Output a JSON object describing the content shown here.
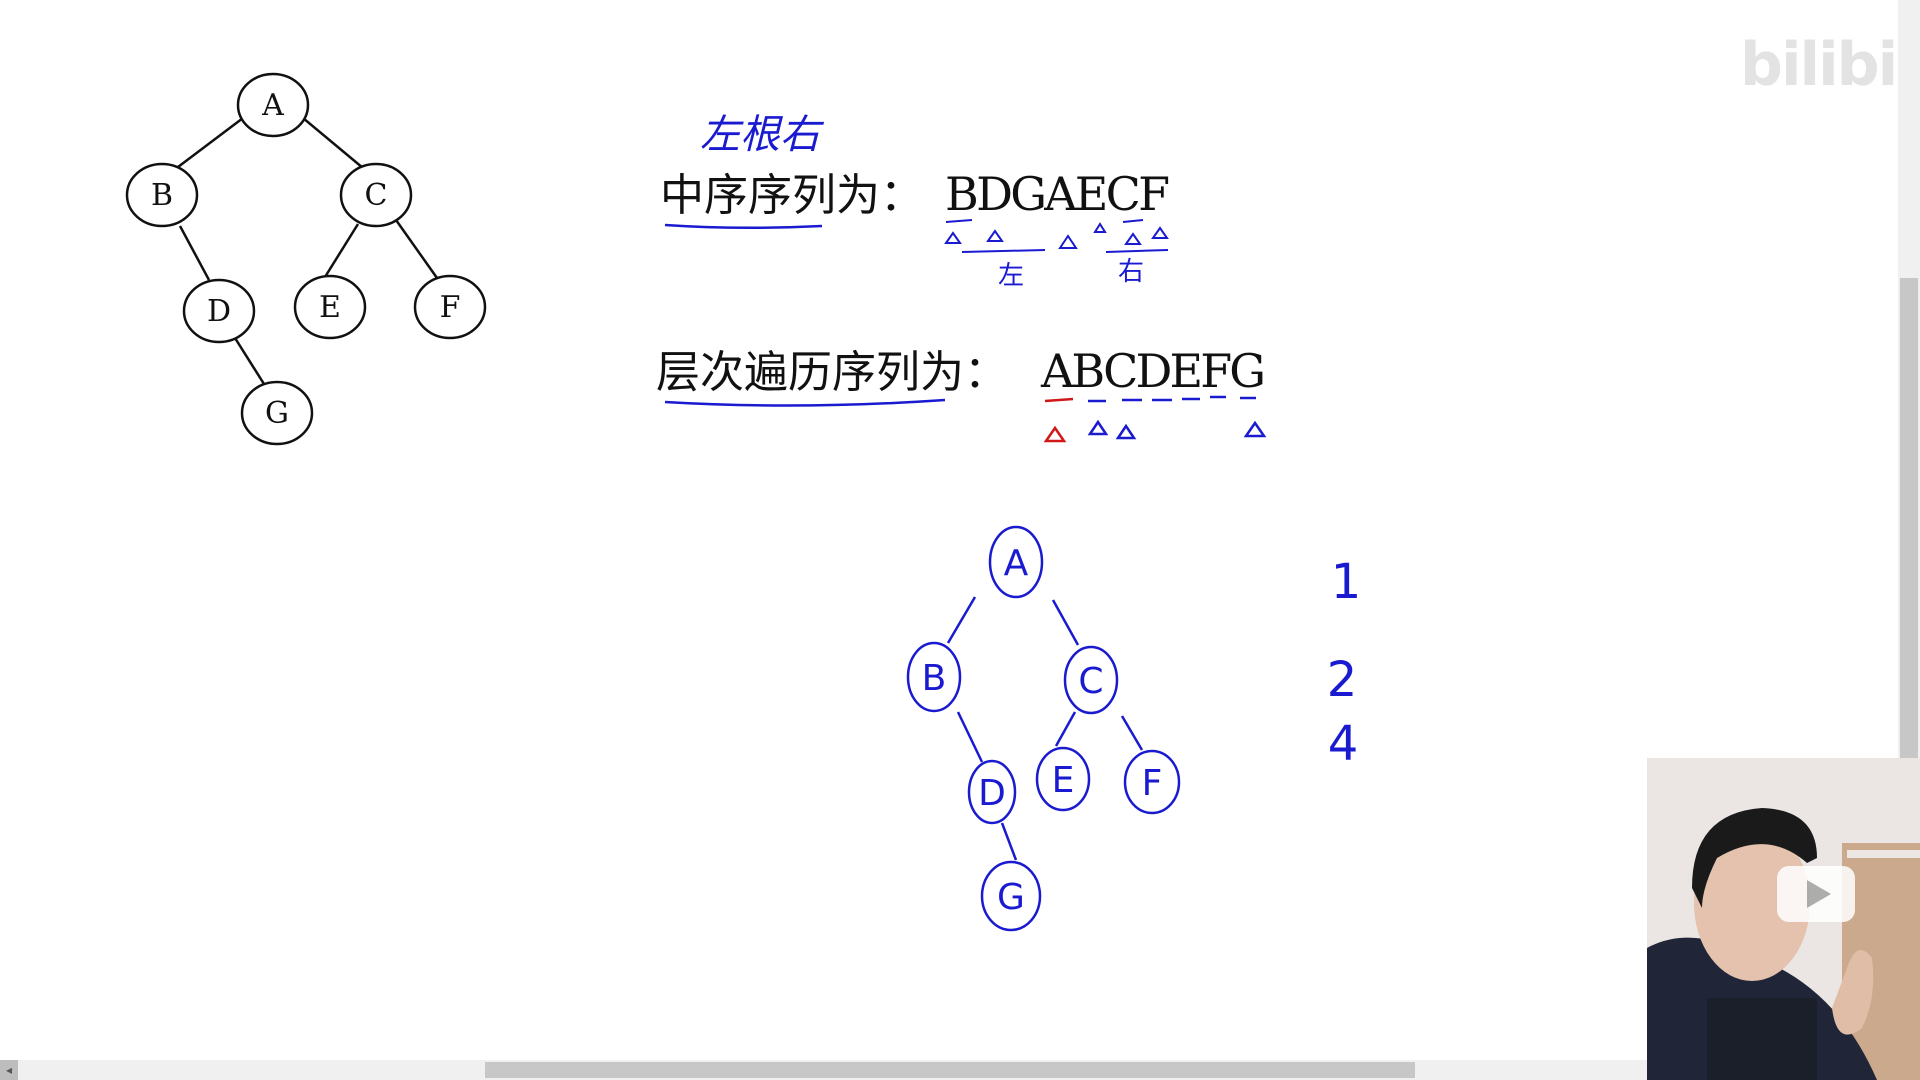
{
  "watermark": "bilibili",
  "scroll_left_glyph": "◂",
  "printed_tree": {
    "nodes": [
      "A",
      "B",
      "C",
      "D",
      "E",
      "F",
      "G"
    ],
    "edges": [
      [
        "A",
        "B"
      ],
      [
        "A",
        "C"
      ],
      [
        "B",
        "D"
      ],
      [
        "C",
        "E"
      ],
      [
        "C",
        "F"
      ],
      [
        "D",
        "G"
      ]
    ]
  },
  "inorder": {
    "label": "中序序列为：",
    "sequence": "BDGAECF",
    "annotation_top": "左根右",
    "annotation_left": "左",
    "annotation_right": "右"
  },
  "levelorder": {
    "label": "层次遍历序列为：",
    "sequence": "ABCDEFG"
  },
  "hand_tree": {
    "nodes": [
      "A",
      "B",
      "C",
      "D",
      "E",
      "F",
      "G"
    ],
    "edges": [
      [
        "A",
        "B"
      ],
      [
        "A",
        "C"
      ],
      [
        "B",
        "D"
      ],
      [
        "C",
        "E"
      ],
      [
        "C",
        "F"
      ],
      [
        "D",
        "G"
      ]
    ]
  },
  "hand_numbers": [
    "1",
    "2",
    "4"
  ],
  "colors": {
    "ink": "#1a1ad0",
    "red": "#d01818",
    "black": "#111111"
  }
}
